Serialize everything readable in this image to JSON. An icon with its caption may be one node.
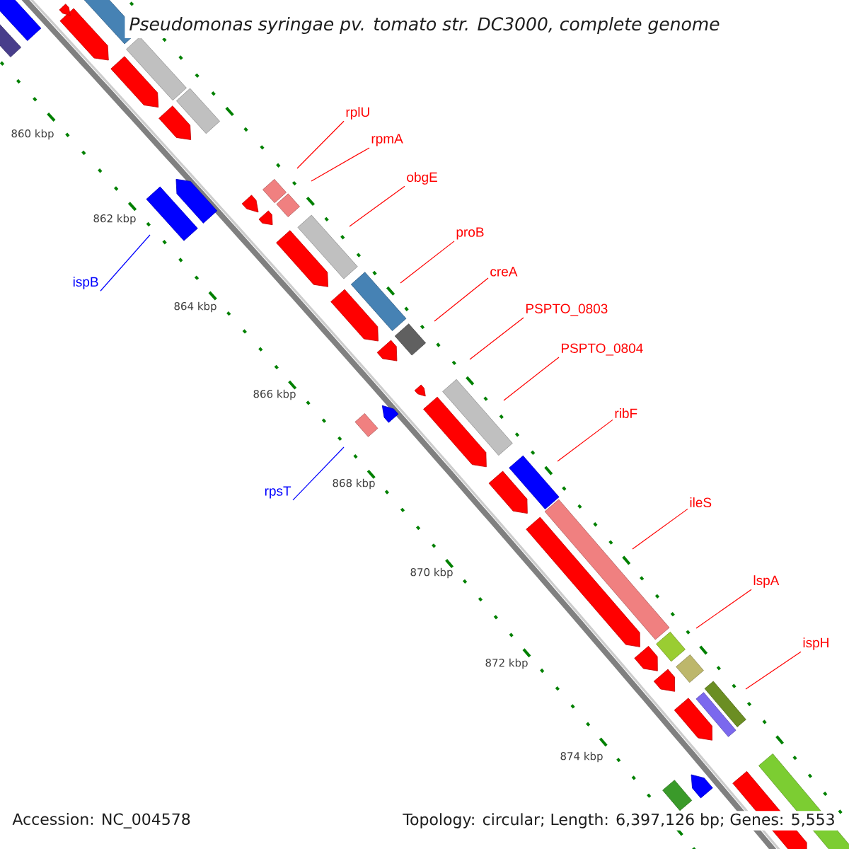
{
  "diagram": {
    "title": "Pseudomonas syringae pv. tomato str. DC3000, complete genome",
    "nodes": [
      {
        "text": [
          "rplU"
        ]
      },
      {
        "text": [
          "rpmA"
        ]
      },
      {
        "text": [
          "obgE"
        ]
      },
      {
        "text": [
          "proB"
        ]
      },
      {
        "text": [
          "creA"
        ]
      },
      {
        "text": [
          "ispB"
        ]
      },
      {
        "text": [
          "PSPTO_0803"
        ]
      },
      {
        "text": [
          "PSPTO_0804"
        ]
      },
      {
        "text": [
          "ribF"
        ]
      },
      {
        "text": [
          "rpsT"
        ]
      },
      {
        "text": [
          "ileS"
        ]
      },
      {
        "text": [
          "lspA"
        ]
      },
      {
        "text": [
          "ispH"
        ]
      }
    ],
    "edges": [
      {
        "from": 0,
        "to": null,
        "arrow": "none"
      },
      {
        "from": 1,
        "to": null,
        "arrow": "none"
      },
      {
        "from": 2,
        "to": null,
        "arrow": "none"
      },
      {
        "from": 3,
        "to": null,
        "arrow": "none"
      },
      {
        "from": 4,
        "to": null,
        "arrow": "none"
      },
      {
        "from": 5,
        "to": null,
        "arrow": "none",
        "color": "#0000ff"
      },
      {
        "from": 6,
        "to": null,
        "arrow": "none"
      },
      {
        "from": 7,
        "to": null,
        "arrow": "none"
      },
      {
        "from": 8,
        "to": null,
        "arrow": "none"
      },
      {
        "from": 9,
        "to": null,
        "arrow": "none",
        "color": "#0000ff"
      },
      {
        "from": 10,
        "to": null,
        "arrow": "none"
      },
      {
        "from": 11,
        "to": null,
        "arrow": "none"
      },
      {
        "from": 12,
        "to": null,
        "arrow": "none"
      }
    ],
    "labels": [
      "860 kbp",
      "862 kbp",
      "864 kbp",
      "866 kbp",
      "868 kbp",
      "870 kbp",
      "872 kbp",
      "874 kbp",
      "Accession: NC_004578",
      "Topology: circular; Length: 6,397,126 bp; Genes: 5,553"
    ]
  }
}
